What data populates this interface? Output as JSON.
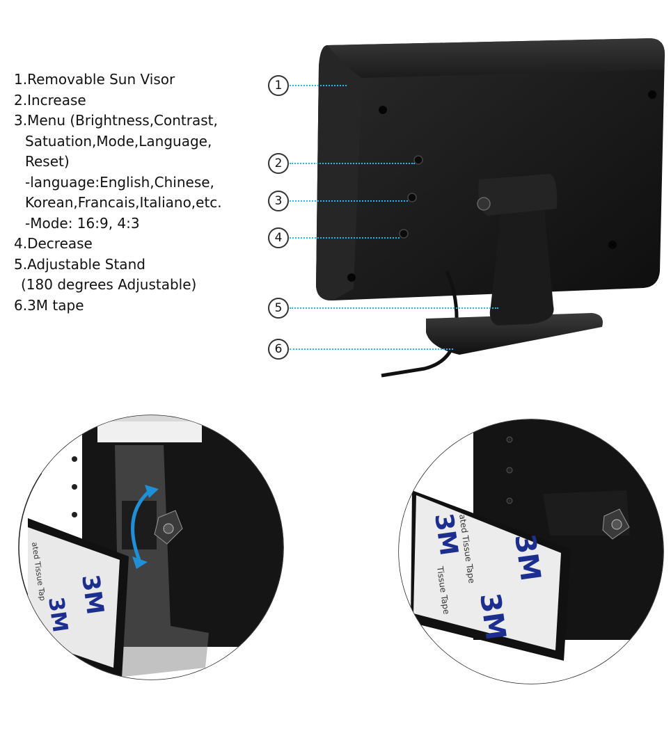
{
  "features": {
    "line1": "1.Removable Sun Visor",
    "line2": "2.Increase",
    "line3": "3.Menu (Brightness,Contrast,",
    "line4": "Satuation,Mode,Language,",
    "line5": "Reset)",
    "line6": "-language:English,Chinese,",
    "line7": "Korean,Francais,Italiano,etc.",
    "line8": "-Mode: 16:9, 4:3",
    "line9": "4.Decrease",
    "line10": "5.Adjustable Stand",
    "line11": "(180 degrees Adjustable)",
    "line12": "6.3M tape"
  },
  "callouts": [
    "1",
    "2",
    "3",
    "4",
    "5",
    "6"
  ],
  "tape_text": {
    "brand": "3M",
    "tissue_left": "ated Tissue Tap",
    "tissue_right": "ated Tissue Tape",
    "tissue_bottom": "Tissue Tape"
  },
  "colors": {
    "leader": "#2fb3e8",
    "arrow": "#1f8fd6",
    "device": "#141414",
    "tape_logo": "#1c2f8f"
  },
  "icons": {
    "rotate_arrow": "rotate-arrow-icon"
  }
}
